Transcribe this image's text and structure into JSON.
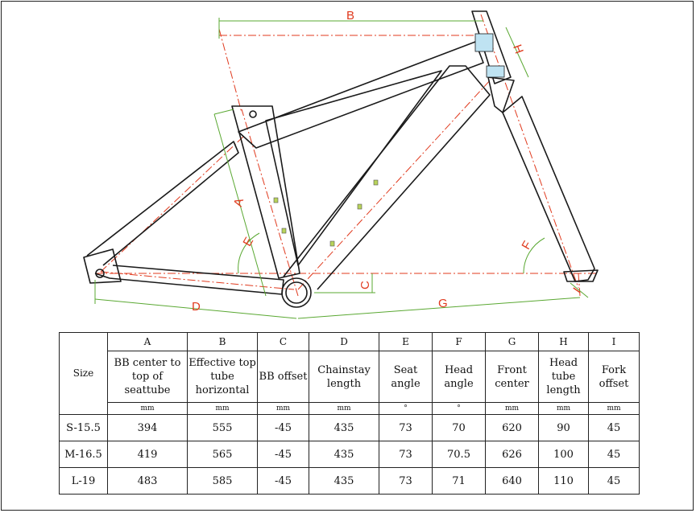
{
  "diagram": {
    "dimension_letters": {
      "A": "A",
      "B": "B",
      "C": "C",
      "D": "D",
      "E": "E",
      "F": "F",
      "G": "G",
      "H": "H",
      "I": "I"
    },
    "colors": {
      "frame_line": "#1a1a1a",
      "centerline": "#e03a1e",
      "dimension_line": "#5aa832",
      "headtube_fill": "#bfe3f2"
    }
  },
  "table": {
    "size_header": "Size",
    "columns": [
      {
        "letter": "A",
        "name": "BB center to top of seattube",
        "unit": "mm"
      },
      {
        "letter": "B",
        "name": "Effective top tube horizontal",
        "unit": "mm"
      },
      {
        "letter": "C",
        "name": "BB offset",
        "unit": "mm"
      },
      {
        "letter": "D",
        "name": "Chainstay length",
        "unit": "mm"
      },
      {
        "letter": "E",
        "name": "Seat angle",
        "unit": "°"
      },
      {
        "letter": "F",
        "name": "Head angle",
        "unit": "°"
      },
      {
        "letter": "G",
        "name": "Front center",
        "unit": "mm"
      },
      {
        "letter": "H",
        "name": "Head tube length",
        "unit": "mm"
      },
      {
        "letter": "I",
        "name": "Fork offset",
        "unit": "mm"
      }
    ],
    "rows": [
      {
        "size": "S-15.5",
        "values": [
          "394",
          "555",
          "-45",
          "435",
          "73",
          "70",
          "620",
          "90",
          "45"
        ]
      },
      {
        "size": "M-16.5",
        "values": [
          "419",
          "565",
          "-45",
          "435",
          "73",
          "70.5",
          "626",
          "100",
          "45"
        ]
      },
      {
        "size": "L-19",
        "values": [
          "483",
          "585",
          "-45",
          "435",
          "73",
          "71",
          "640",
          "110",
          "45"
        ]
      }
    ]
  }
}
